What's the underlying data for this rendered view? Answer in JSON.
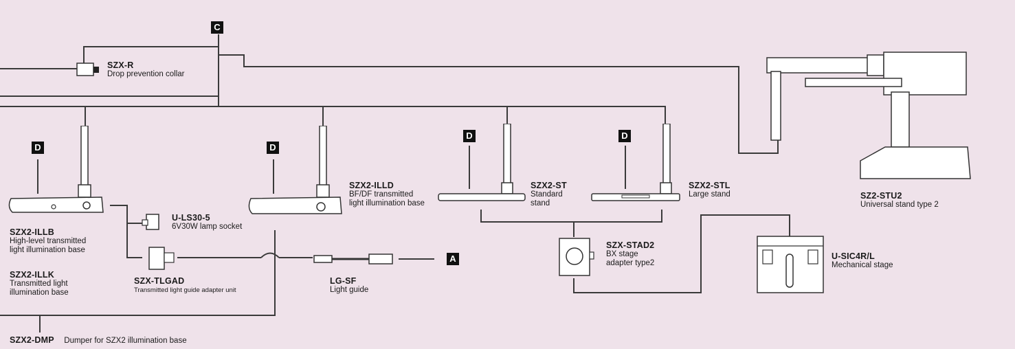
{
  "badges": {
    "c": "C",
    "d": "D",
    "a": "A"
  },
  "products": {
    "szx_r": {
      "code": "SZX-R",
      "desc": "Drop prevention collar"
    },
    "szx2_illb": {
      "code": "SZX2-ILLB",
      "desc1": "High-level transmitted",
      "desc2": "light illumination base"
    },
    "szx2_illk": {
      "code": "SZX2-ILLK",
      "desc1": "Transmitted light",
      "desc2": "illumination base"
    },
    "szx2_dmp": {
      "code": "SZX2-DMP",
      "desc": "Dumper for SZX2 illumination base"
    },
    "u_ls30_5": {
      "code": "U-LS30-5",
      "desc": "6V30W lamp socket"
    },
    "szx_tlgad": {
      "code": "SZX-TLGAD",
      "desc": "Transmitted light guide adapter unit"
    },
    "szx2_illd": {
      "code": "SZX2-ILLD",
      "desc1": "BF/DF transmitted",
      "desc2": "light illumination base"
    },
    "lg_sf": {
      "code": "LG-SF",
      "desc": "Light guide"
    },
    "szx2_st": {
      "code": "SZX2-ST",
      "desc1": "Standard",
      "desc2": "stand"
    },
    "szx2_stl": {
      "code": "SZX2-STL",
      "desc": "Large stand"
    },
    "szx_stad2": {
      "code": "SZX-STAD2",
      "desc1": "BX stage",
      "desc2": "adapter type2"
    },
    "u_sic4r_l": {
      "code": "U-SIC4R/L",
      "desc": "Mechanical stage"
    },
    "sz2_stu2": {
      "code": "SZ2-STU2",
      "desc": "Universal stand type 2"
    }
  },
  "colors": {
    "background": "#efe2ea",
    "line": "#333333",
    "badge": "#111111"
  }
}
